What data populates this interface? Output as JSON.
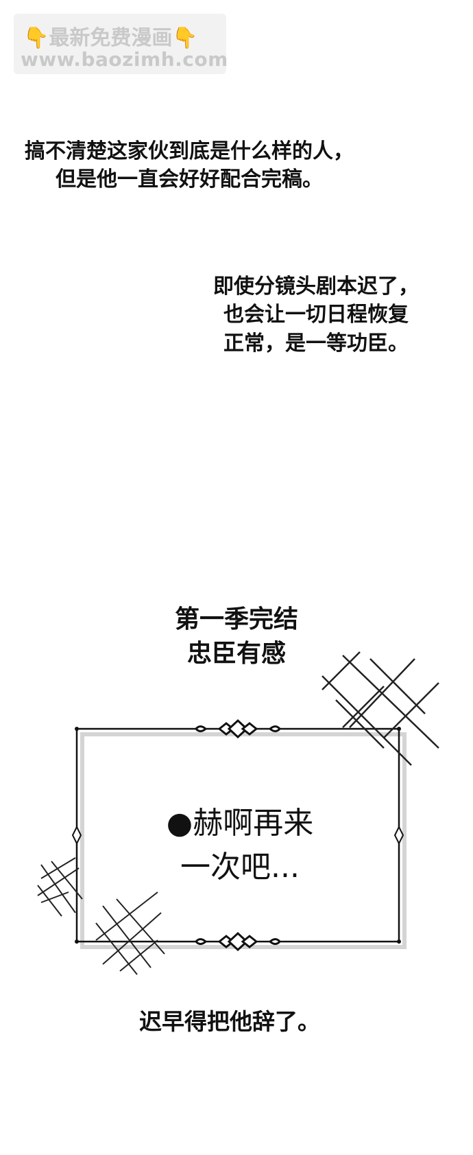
{
  "watermark": {
    "line1": "👇最新免费漫画👇",
    "line2": "www.baozimh.com"
  },
  "captions": [
    "搞不清楚这家伙到底是什么样的人，\n但是他一直会好好配合完稿。",
    "即使分镜头剧本迟了，\n也会让一切日程恢复\n正常，是一等功臣。"
  ],
  "season_title": "第一季完结\n忠臣有感",
  "frame_text": "●赫啊再来\n一次吧...",
  "closing": "迟早得把他辞了。"
}
